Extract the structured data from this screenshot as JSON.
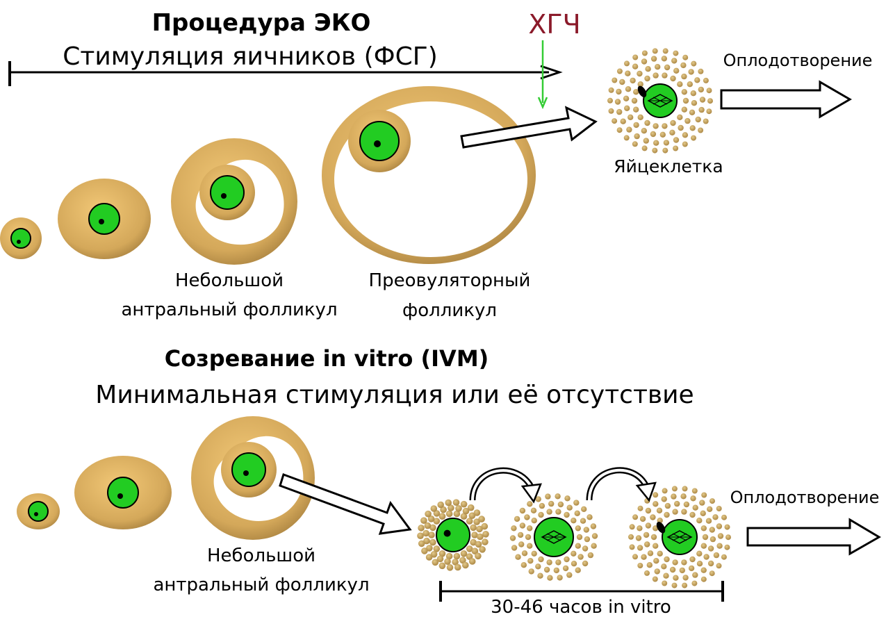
{
  "ivf": {
    "title": "Процедура ЭКО",
    "subtitle": "Стимуляция яичников (ФСГ)",
    "hcg_label": "ХГЧ",
    "fertilization_label": "Оплодотворение",
    "oocyte_label": "Яйцеклетка",
    "small_antral_line1": "Небольшой",
    "small_antral_line2": "антральный фолликул",
    "preovulatory_line1": "Преовуляторный",
    "preovulatory_line2": "фолликул"
  },
  "ivm": {
    "title": "Созревание in vitro (IVM)",
    "subtitle": "Минимальная стимуляция или её отсутствие",
    "small_antral_line1": "Небольшой",
    "small_antral_line2": "антральный фолликул",
    "fertilization_label": "Оплодотворение",
    "duration_label": "30-46 часов in vitro"
  },
  "colors": {
    "follicle": "#d4a85a",
    "follicle_dark": "#9a7638",
    "oocyte": "#22cc22",
    "cumulus_cell": "#c9a45e",
    "hcg": "#8b1a2a",
    "hcg_arrow": "#33cc33"
  }
}
